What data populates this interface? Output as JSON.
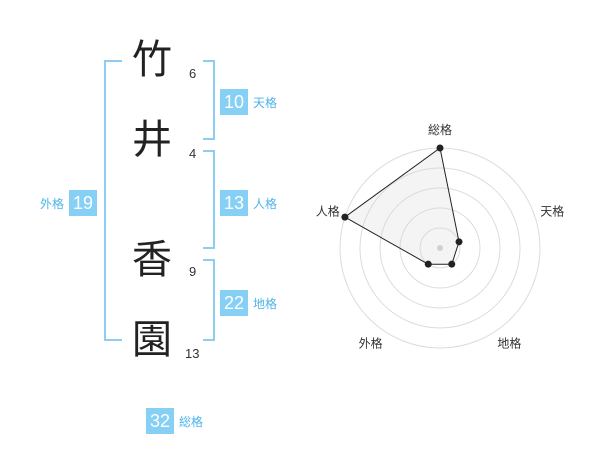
{
  "name": {
    "chars": [
      {
        "char": "竹",
        "strokes": "6"
      },
      {
        "char": "井",
        "strokes": "4"
      },
      {
        "char": "香",
        "strokes": "9"
      },
      {
        "char": "園",
        "strokes": "13"
      }
    ]
  },
  "scores": {
    "tenkaku": {
      "value": "10",
      "label": "天格"
    },
    "jinkaku": {
      "value": "13",
      "label": "人格"
    },
    "chikaku": {
      "value": "22",
      "label": "地格"
    },
    "gaikaku": {
      "value": "19",
      "label": "外格"
    },
    "soukaku": {
      "value": "32",
      "label": "総格"
    }
  },
  "colors": {
    "accent": "#86cff5",
    "accent_text": "#4db3ea",
    "bracket": "#8ccdf2"
  },
  "chart_data": {
    "type": "radar",
    "axes": [
      "総格",
      "天格",
      "地格",
      "外格",
      "人格"
    ],
    "levels": 5,
    "values": [
      5,
      1,
      1,
      1,
      5
    ],
    "max": 5
  }
}
